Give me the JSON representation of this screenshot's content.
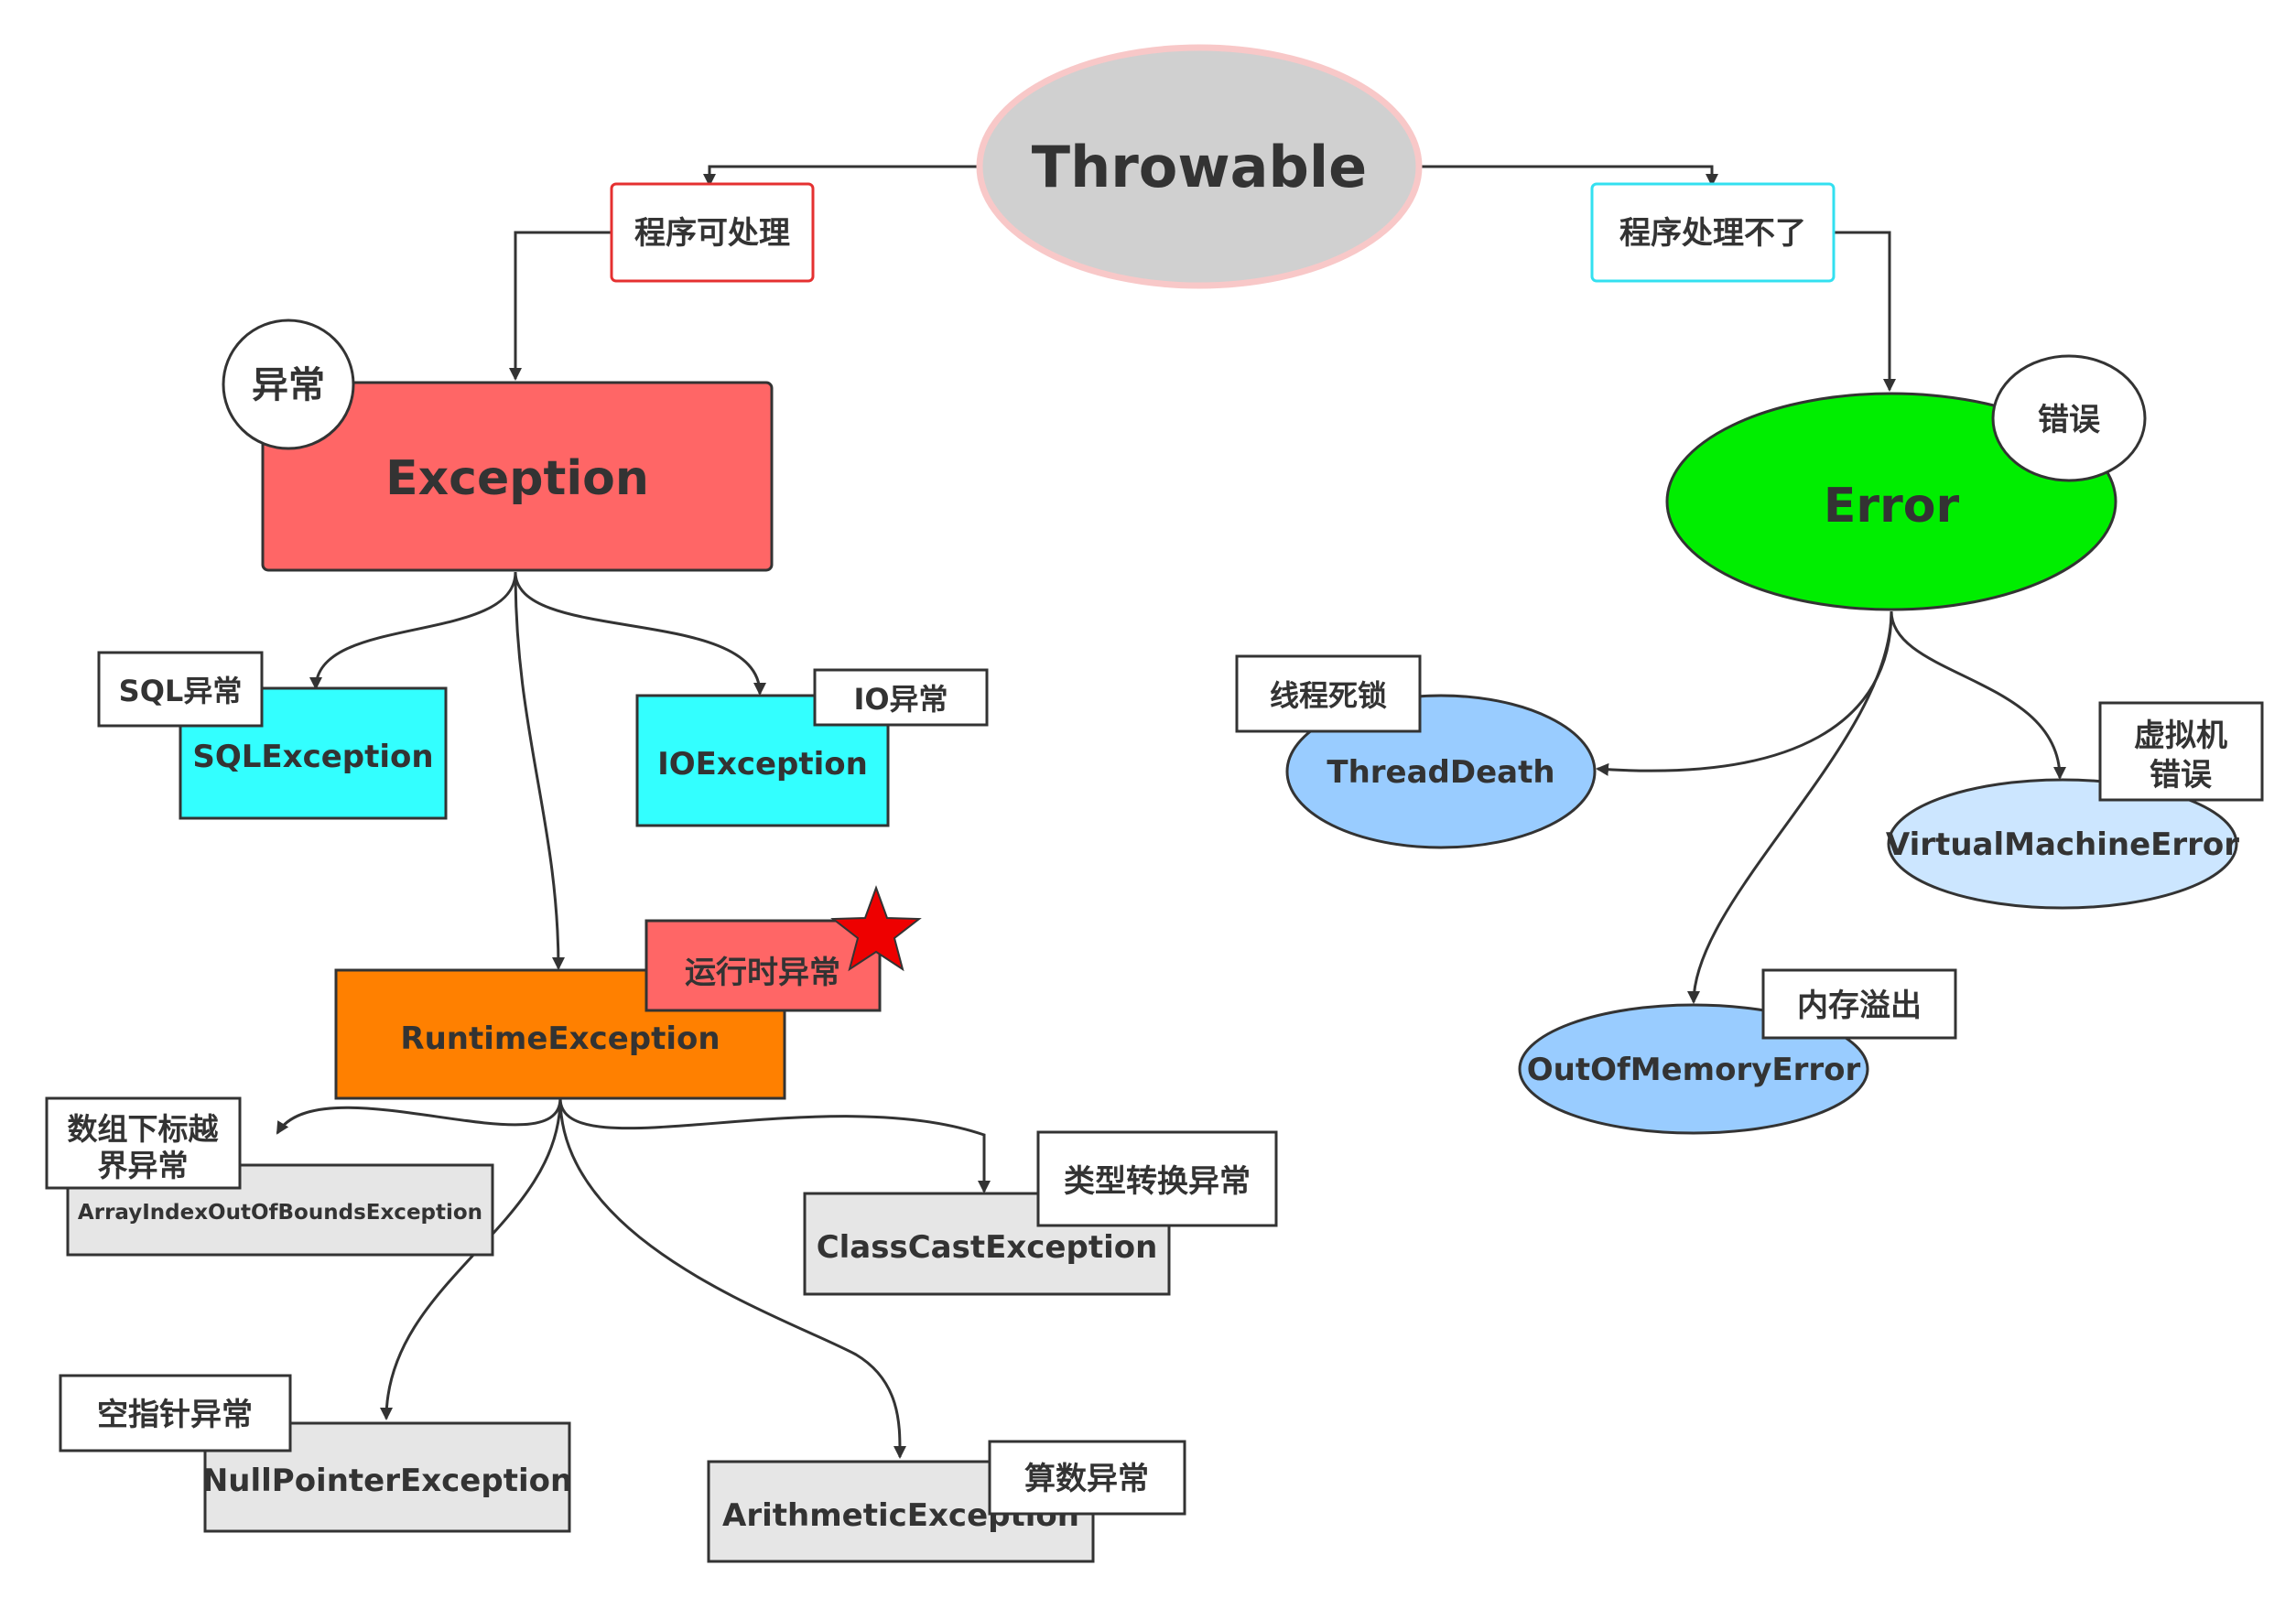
{
  "root": {
    "label": "Throwable"
  },
  "branches": {
    "left_label": "程序可处理",
    "right_label": "程序处理不了"
  },
  "exception": {
    "label": "Exception",
    "note": "异常"
  },
  "error": {
    "label": "Error",
    "note": "错误"
  },
  "checked": {
    "sql": {
      "label": "SQLException",
      "note": "SQL异常"
    },
    "io": {
      "label": "IOException",
      "note": "IO异常"
    }
  },
  "runtime": {
    "label": "RuntimeException",
    "note": "运行时异常"
  },
  "runtime_children": {
    "array_index": {
      "label": "ArrayIndexOutOfBoundsException",
      "note_line1": "数组下标越",
      "note_line2": "界异常"
    },
    "class_cast": {
      "label": "ClassCastException",
      "note": "类型转换异常"
    },
    "null_pointer": {
      "label": "NullPointerException",
      "note": "空指针异常"
    },
    "arithmetic": {
      "label": "ArithmeticException",
      "note": "算数异常"
    }
  },
  "errors": {
    "thread_death": {
      "label": "ThreadDeath",
      "note": "线程死锁"
    },
    "vm_error": {
      "label": "VirtualMachineError",
      "note_line1": "虚拟机",
      "note_line2": "错误"
    },
    "oom": {
      "label": "OutOfMemoryError",
      "note": "内存溢出"
    }
  },
  "colors": {
    "root_fill": "#d0d0d0",
    "root_stroke": "#f8c8c8",
    "left_branch_stroke": "#e53030",
    "right_branch_stroke": "#33e0f0",
    "exception_fill": "#ff6666",
    "error_fill": "#00ee00",
    "checked_fill": "#33ffff",
    "runtime_fill": "#ff8000",
    "runtime_note_fill": "#ff6666",
    "runtime_child_fill": "#e6e6e6",
    "error_child_fill": "#99ccff",
    "vm_fill": "#cce6ff",
    "star": "#ee0000",
    "line": "#333333"
  }
}
